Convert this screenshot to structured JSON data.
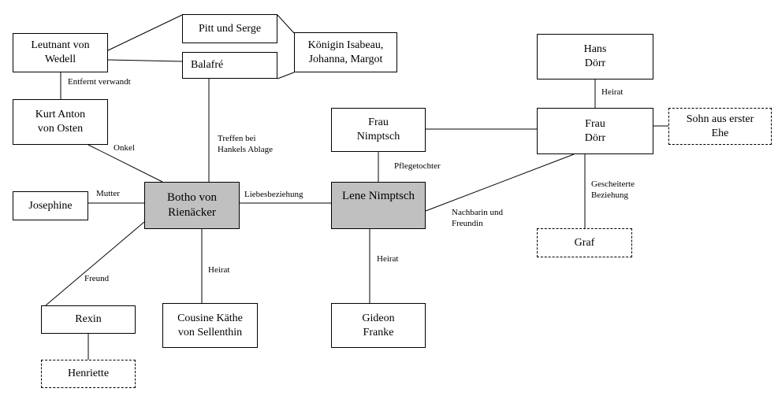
{
  "nodes": {
    "leutnant": "Leutnant von\nWedell",
    "pitt": "Pitt und Serge",
    "koenigin": "Königin Isabeau,\nJohanna, Margot",
    "balafre": "Balafré",
    "kurt": "Kurt Anton\nvon Osten",
    "josephine": "Josephine",
    "botho": "Botho von\nRienäcker",
    "lene": "Lene Nimptsch",
    "frau_nimptsch": "Frau\nNimptsch",
    "hans": "Hans\nDörr",
    "frau_doerr": "Frau\nDörr",
    "sohn": "Sohn aus erster\nEhe",
    "graf": "Graf",
    "rexin": "Rexin",
    "henriette": "Henriette",
    "kaethe": "Cousine Käthe\nvon Sellenthin",
    "gideon": "Gideon\nFranke"
  },
  "edge_labels": {
    "entfernt": "Entfernt verwandt",
    "onkel": "Onkel",
    "treffen": "Treffen bei\nHankels Ablage",
    "mutter": "Mutter",
    "liebes": "Liebesbeziehung",
    "pflege": "Pflegetochter",
    "heirat_hans": "Heirat",
    "nachbarin": "Nachbarin und\nFreundin",
    "gescheitert": "Gescheiterte\nBeziehung",
    "freund": "Freund",
    "heirat_kaethe": "Heirat",
    "heirat_gideon": "Heirat"
  }
}
